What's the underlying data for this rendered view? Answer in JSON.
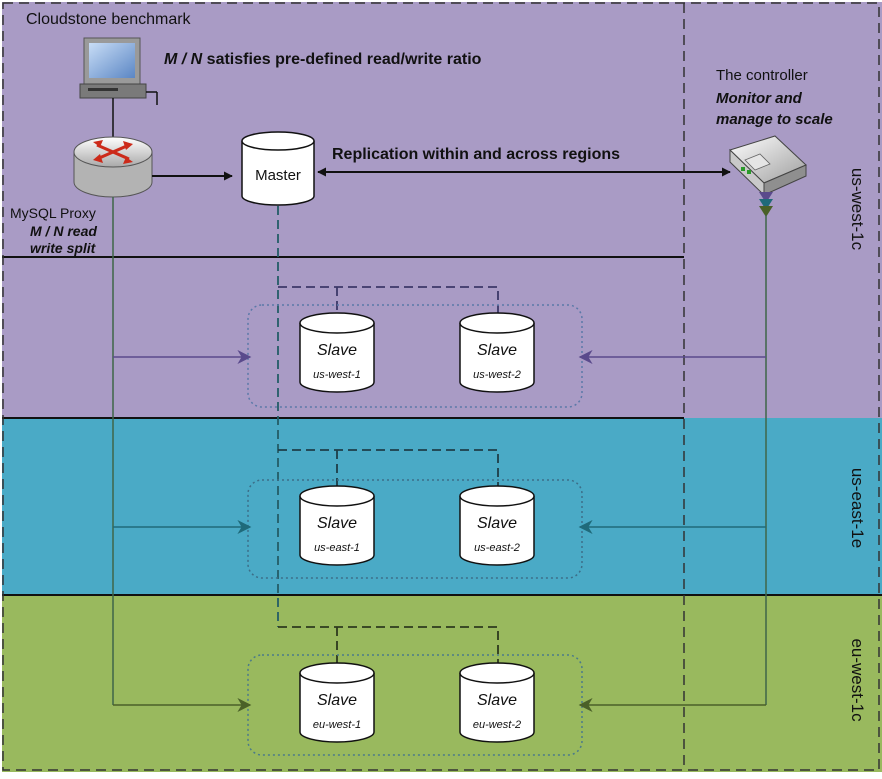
{
  "colors": {
    "region_us_west": "#a99bc5",
    "region_us_east": "#4aaac6",
    "region_eu_west": "#99b95e",
    "arrow_purple": "#5a4a8c",
    "arrow_teal": "#1f6a7a",
    "arrow_green": "#4a6028",
    "proxy_line": "#3f6648"
  },
  "header": {
    "benchmark_label": "Cloudstone benchmark",
    "ratio_prefix": "M / N",
    "ratio_text": " satisfies pre-defined read/write ratio"
  },
  "proxy": {
    "label": "MySQL Proxy",
    "sub_line1": "M / N read",
    "sub_line2": "write split"
  },
  "master": {
    "label": "Master"
  },
  "replication": {
    "label": "Replication within and across regions"
  },
  "controller": {
    "title": "The controller",
    "line1": "Monitor and",
    "line2": "manage to scale"
  },
  "regions": [
    {
      "label": "us-west-1c"
    },
    {
      "label": "us-east-1e"
    },
    {
      "label": "eu-west-1c"
    }
  ],
  "slaves": [
    {
      "title": "Slave",
      "region": "us-west-1"
    },
    {
      "title": "Slave",
      "region": "us-west-2"
    },
    {
      "title": "Slave",
      "region": "us-east-1"
    },
    {
      "title": "Slave",
      "region": "us-east-2"
    },
    {
      "title": "Slave",
      "region": "eu-west-1"
    },
    {
      "title": "Slave",
      "region": "eu-west-2"
    }
  ]
}
